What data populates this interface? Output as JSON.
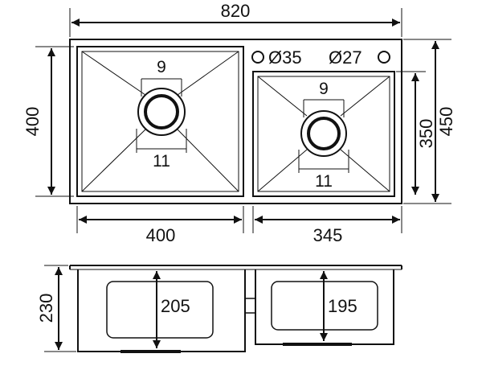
{
  "diagram": {
    "overall_width": "820",
    "left_bowl_width": "400",
    "right_bowl_width": "345",
    "overall_depth": "450",
    "left_bowl_depth": "400",
    "right_bowl_depth": "350",
    "hole_large": "Ø35",
    "hole_small": "Ø27",
    "left_drain_top": "9",
    "left_drain_bottom": "11",
    "right_drain_top": "9",
    "right_drain_bottom": "11",
    "flange_height": "230",
    "left_bowl_height": "205",
    "right_bowl_height": "195"
  },
  "colors": {
    "line": "#111111",
    "background": "#ffffff"
  }
}
